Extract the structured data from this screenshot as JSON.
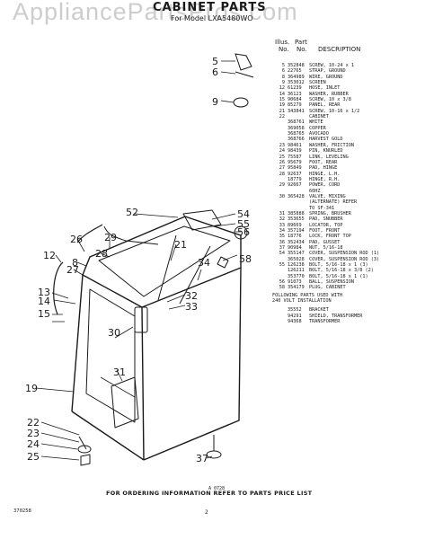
{
  "watermark": "AppliancePartsPros.com",
  "title": "CABINET PARTS",
  "subtitle": "For Model LXA5480WO",
  "table_header": {
    "col1_line1": "Illus.",
    "col1_line2": "No.",
    "col2_line1": "Part",
    "col2_line2": "No.",
    "col3": "DESCRIPTION"
  },
  "parts": [
    {
      "ill": "5",
      "no": "352848",
      "desc": "SCREW, 10-24 x 1"
    },
    {
      "ill": "6",
      "no": "22765",
      "desc": "STRAP, GROUND"
    },
    {
      "ill": "8",
      "no": "364989",
      "desc": "WIRE, GROUND"
    },
    {
      "ill": "9",
      "no": "353012",
      "desc": "SCREEN"
    },
    {
      "ill": "12",
      "no": "61239",
      "desc": "HOSE, INLET"
    },
    {
      "ill": "14",
      "no": "36123",
      "desc": "WASHER, RUBBER"
    },
    {
      "ill": "15",
      "no": "90684",
      "desc": "SCREW, 10 x 3/8"
    },
    {
      "ill": "19",
      "no": "85279",
      "desc": "PANEL, REAR"
    },
    {
      "ill": "21",
      "no": "343841",
      "desc": "SCREW, 10-16 x 1/2"
    },
    {
      "ill": "22",
      "no": "",
      "desc": "CABINET"
    },
    {
      "ill": "",
      "no": "368761",
      "desc": "WHITE"
    },
    {
      "ill": "",
      "no": "369058",
      "desc": "COPPER"
    },
    {
      "ill": "",
      "no": "368765",
      "desc": "AVOCADO"
    },
    {
      "ill": "",
      "no": "368766",
      "desc": "HARVEST GOLD"
    },
    {
      "ill": "23",
      "no": "98461",
      "desc": "WASHER, FRICTION"
    },
    {
      "ill": "24",
      "no": "98439",
      "desc": "PIN, KNURLED"
    },
    {
      "ill": "25",
      "no": "75587",
      "desc": "LINK, LEVELING"
    },
    {
      "ill": "26",
      "no": "95679",
      "desc": "FOOT, REAR"
    },
    {
      "ill": "27",
      "no": "95849",
      "desc": "PAD, HINGE"
    },
    {
      "ill": "28",
      "no": "92637",
      "desc": "HINGE, L.H."
    },
    {
      "ill": "",
      "no": "18779",
      "desc": "HINGE, R.H."
    },
    {
      "ill": "29",
      "no": "92667",
      "desc": "POWER, CORD"
    },
    {
      "ill": "",
      "no": "",
      "desc": "60HZ"
    },
    {
      "ill": "30",
      "no": "365428",
      "desc": "VALVE, MIXING"
    },
    {
      "ill": "",
      "no": "",
      "desc": "(ALTERNATE) REFER"
    },
    {
      "ill": "",
      "no": "",
      "desc": "TO SF-341"
    },
    {
      "ill": "31",
      "no": "385888",
      "desc": "SPRING, BRUSHER"
    },
    {
      "ill": "32",
      "no": "353655",
      "desc": "PAD, SNUBBER"
    },
    {
      "ill": "33",
      "no": "89669",
      "desc": "LOCATOR, TOP"
    },
    {
      "ill": "34",
      "no": "357194",
      "desc": "FOOT, FRONT"
    },
    {
      "ill": "35",
      "no": "18776",
      "desc": "LOCK, FRONT TOP"
    },
    {
      "ill": "36",
      "no": "352434",
      "desc": "PAD, GUSSET"
    },
    {
      "ill": "37",
      "no": "90984",
      "desc": "NUT, 5/16-18"
    },
    {
      "ill": "54",
      "no": "355147",
      "desc": "COVER, SUSPENSION ROD (1)"
    },
    {
      "ill": "",
      "no": "365028",
      "desc": "COVER, SUSPENSION ROD (3)"
    },
    {
      "ill": "55",
      "no": "126238",
      "desc": "BOLT, 5/16-18 x 1 (3)"
    },
    {
      "ill": "",
      "no": "126211",
      "desc": "BOLT, 5/16-18 x 3/8 (2)"
    },
    {
      "ill": "",
      "no": "353770",
      "desc": "BOLT, 5/16-18 x 1 (1)"
    },
    {
      "ill": "56",
      "no": "91073",
      "desc": "BALL, SUSPENSION"
    },
    {
      "ill": "58",
      "no": "354179",
      "desc": "PLUG, CABINET"
    }
  ],
  "extra_heading_line1": "FOLLOWING PARTS USED WITH",
  "extra_heading_line2": "240 VOLT INSTALLATION",
  "extra_parts": [
    {
      "no": "35552",
      "desc": "BRACKET"
    },
    {
      "no": "94291",
      "desc": "SHIELD, TRANSFORMER"
    },
    {
      "no": "94368",
      "desc": "TRANSFORMER"
    }
  ],
  "callouts": [
    "5",
    "6",
    "9",
    "52",
    "54",
    "55",
    "56",
    "58",
    "21",
    "26",
    "29",
    "28",
    "12",
    "8",
    "27",
    "34",
    "32",
    "33",
    "13",
    "14",
    "15",
    "30",
    "31",
    "19",
    "22",
    "23",
    "24",
    "25",
    "37"
  ],
  "drawing_ref": "A 0728",
  "footer": "FOR ORDERING INFORMATION REFER TO PARTS PRICE LIST",
  "page_number": "2",
  "doc_code": "370258"
}
